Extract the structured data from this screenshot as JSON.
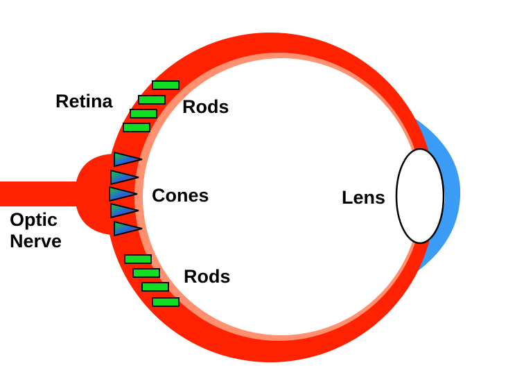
{
  "labels": {
    "retina": "Retina",
    "rods_top": "Rods",
    "cones": "Cones",
    "lens": "Lens",
    "rods_bottom": "Rods",
    "optic_line1": "Optic",
    "optic_line2": "Nerve"
  },
  "colors": {
    "sclera": "#ff2200",
    "inner_ring": "#ff9070",
    "cornea": "#3a9cf5",
    "rod_fill": "#11dd22",
    "cone_fill_top": "#22cc22",
    "cone_fill_mid": "#2266dd",
    "cone_fill_tip": "#ee2222",
    "outline": "#000000"
  }
}
